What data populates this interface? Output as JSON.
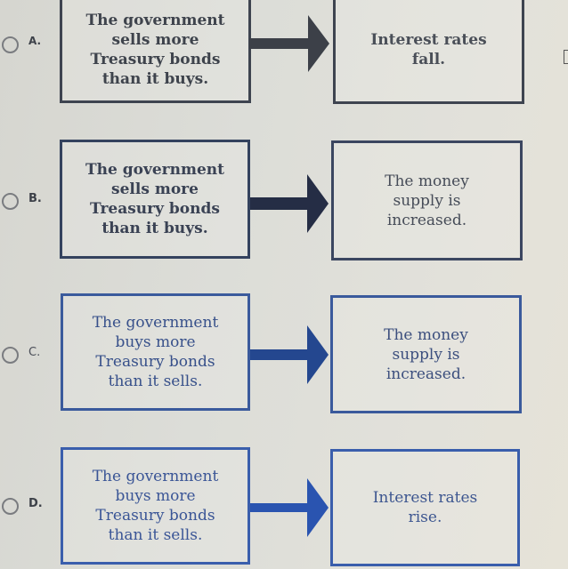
{
  "question": {
    "options": [
      {
        "letter": "A.",
        "cause": [
          "The government",
          "sells more",
          "Treasury bonds",
          "than it buys."
        ],
        "effect": [
          "Interest rates",
          "fall."
        ],
        "arrow_color": "#3c4048",
        "selected": false
      },
      {
        "letter": "B.",
        "cause": [
          "The government",
          "sells more",
          "Treasury bonds",
          "than it buys."
        ],
        "effect": [
          "The money",
          "supply is",
          "increased."
        ],
        "arrow_color": "#252d45",
        "selected": false
      },
      {
        "letter": "C.",
        "cause": [
          "The government",
          "buys more",
          "Treasury bonds",
          "than it sells."
        ],
        "effect": [
          "The money",
          "supply is",
          "increased."
        ],
        "arrow_color": "#24478f",
        "selected": false
      },
      {
        "letter": "D.",
        "cause": [
          "The government",
          "buys more",
          "Treasury bonds",
          "than it sells."
        ],
        "effect": [
          "Interest rates",
          "rise."
        ],
        "arrow_color": "#2a54b0",
        "selected": false
      }
    ]
  }
}
